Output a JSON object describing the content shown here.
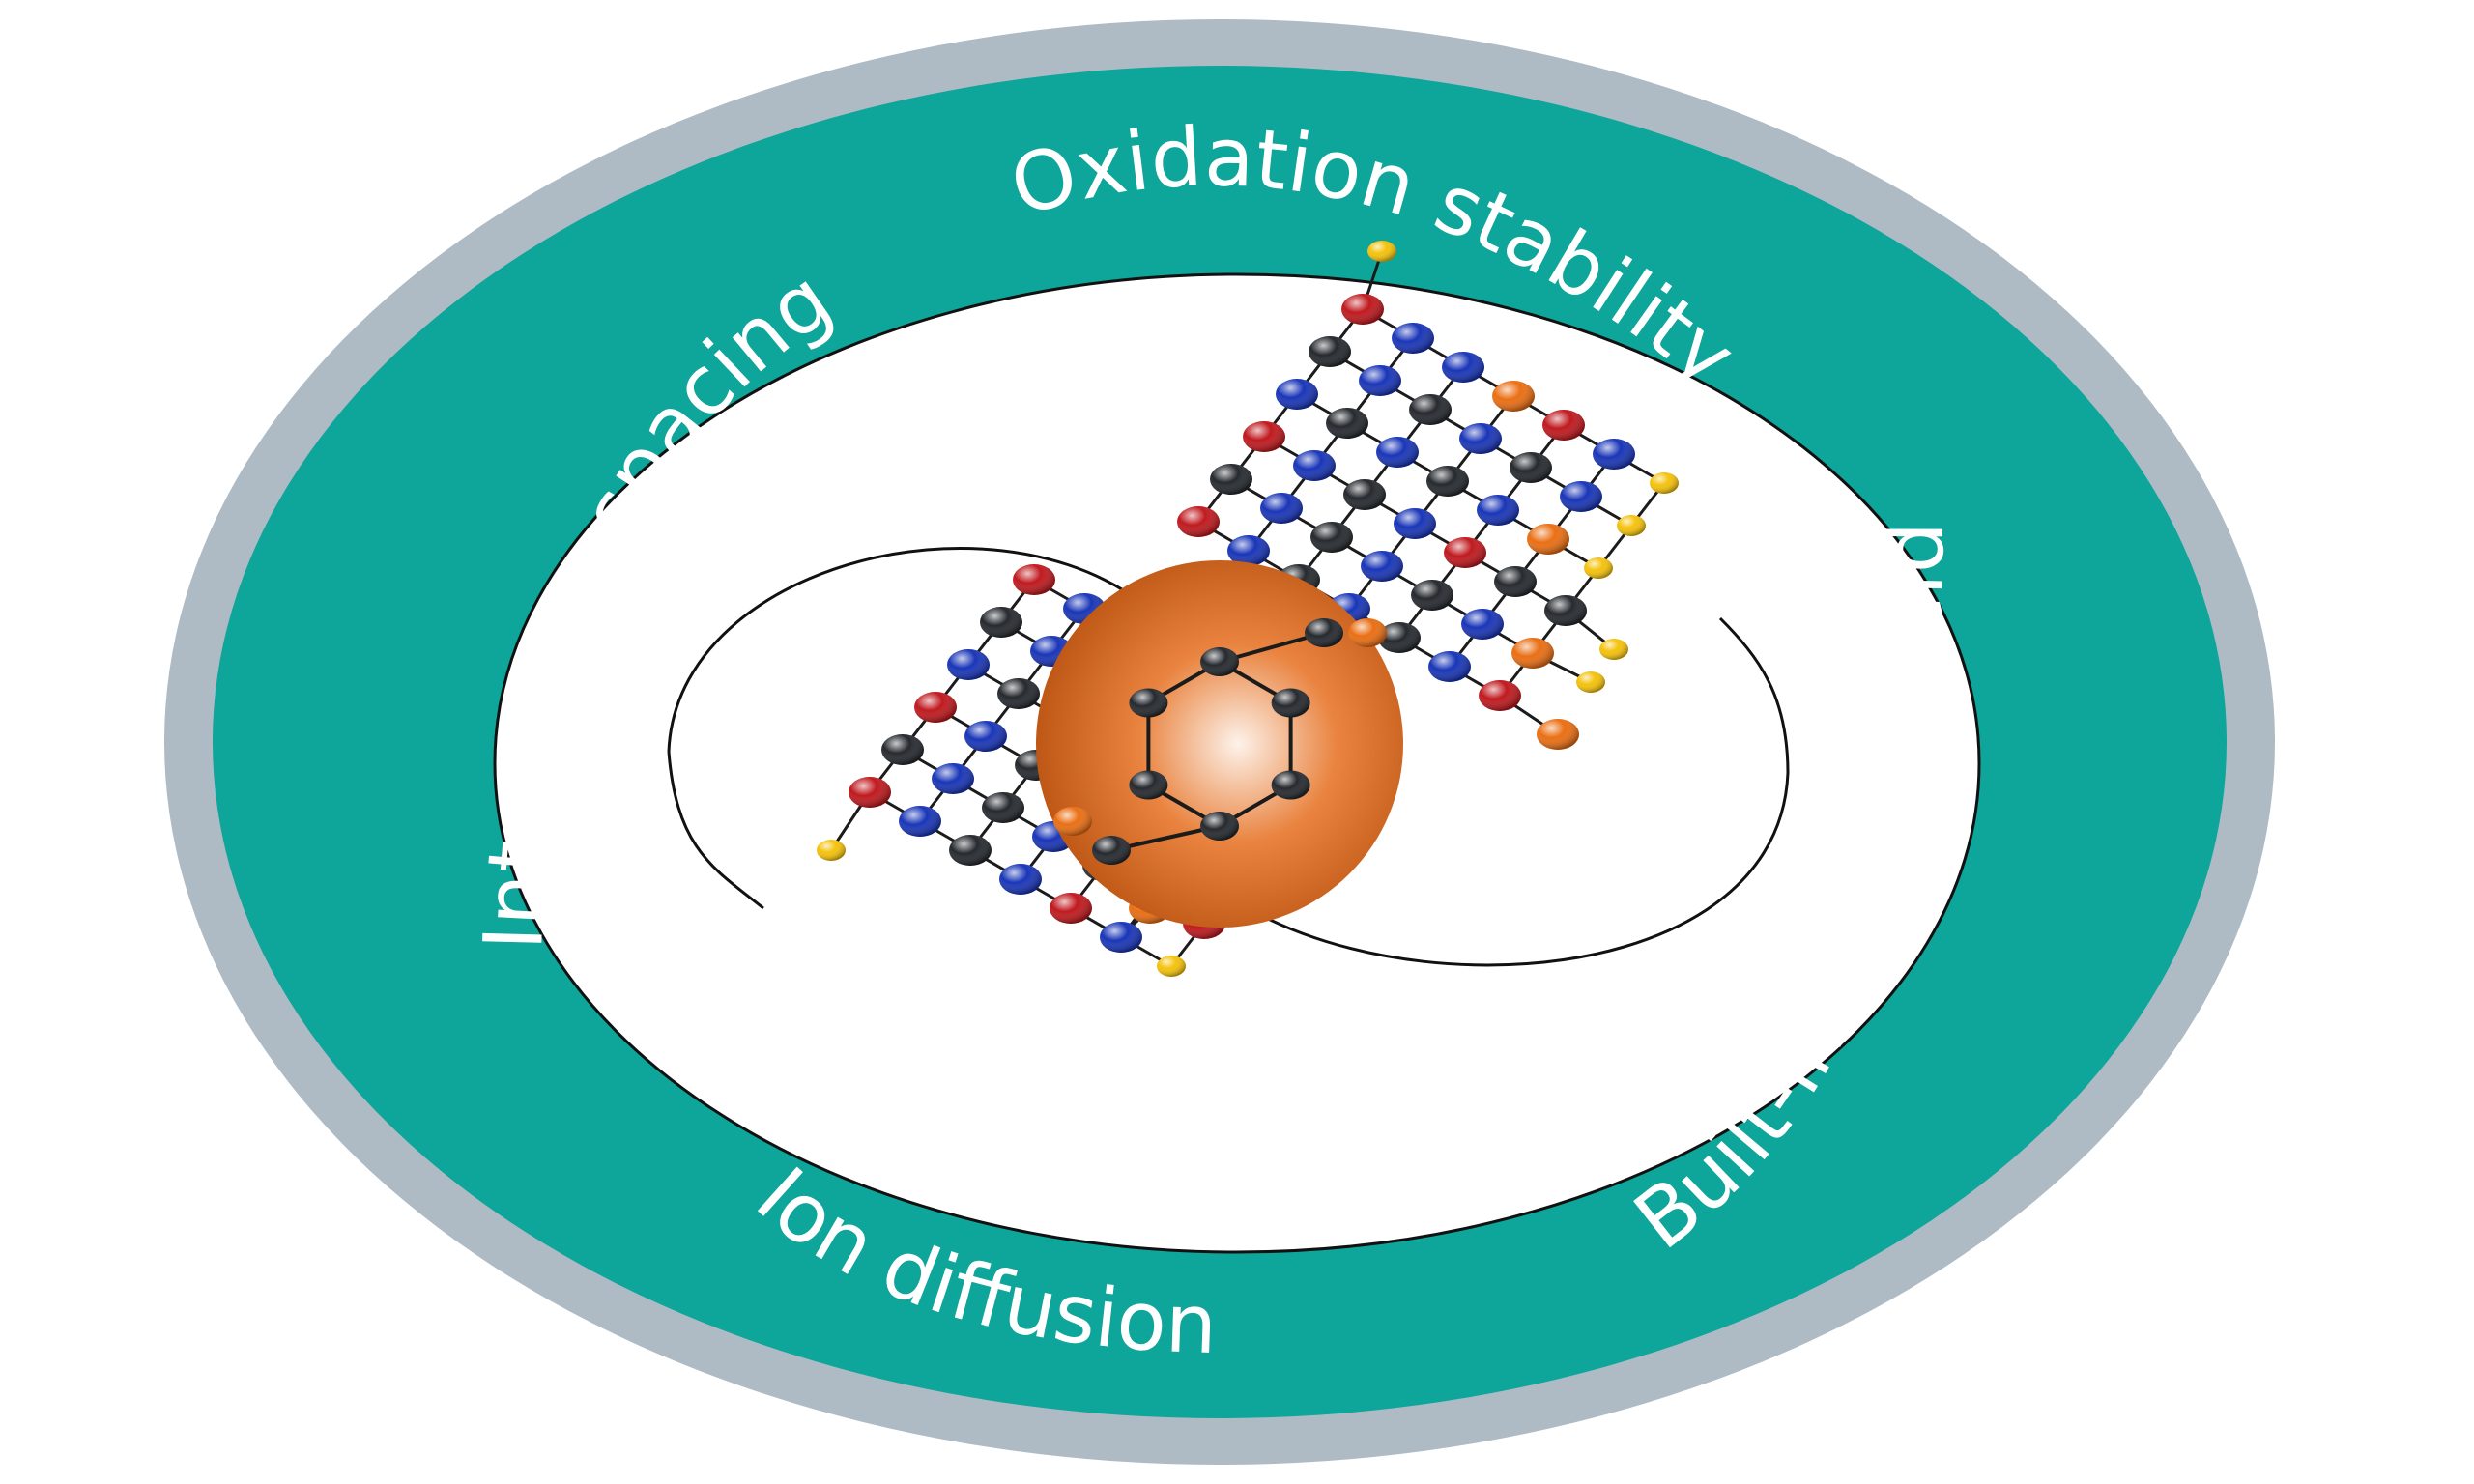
{
  "ring_labels": {
    "top": "Oxidation stability",
    "left": "Interlayer spacing",
    "right": "Built-in electric field",
    "bottom": "Ion diffusion"
  },
  "colors": {
    "background": "#ffffff",
    "outer_rim": "#aebbc4",
    "ring": "#0ea59a",
    "inner_field": "#ffffff",
    "outline": "#111111",
    "sphere_light": "#fdf2ea",
    "sphere_mid": "#e9833f",
    "sphere_dark": "#b7500e",
    "atom_red": "#c01a1f",
    "atom_blue": "#1a36b8",
    "atom_black": "#262a2f",
    "atom_orange": "#ea6f14",
    "atom_yellow": "#f4c20c",
    "bond": "#1b1b1b"
  },
  "atom_types": [
    "red",
    "blue",
    "black",
    "orange",
    "yellow"
  ]
}
